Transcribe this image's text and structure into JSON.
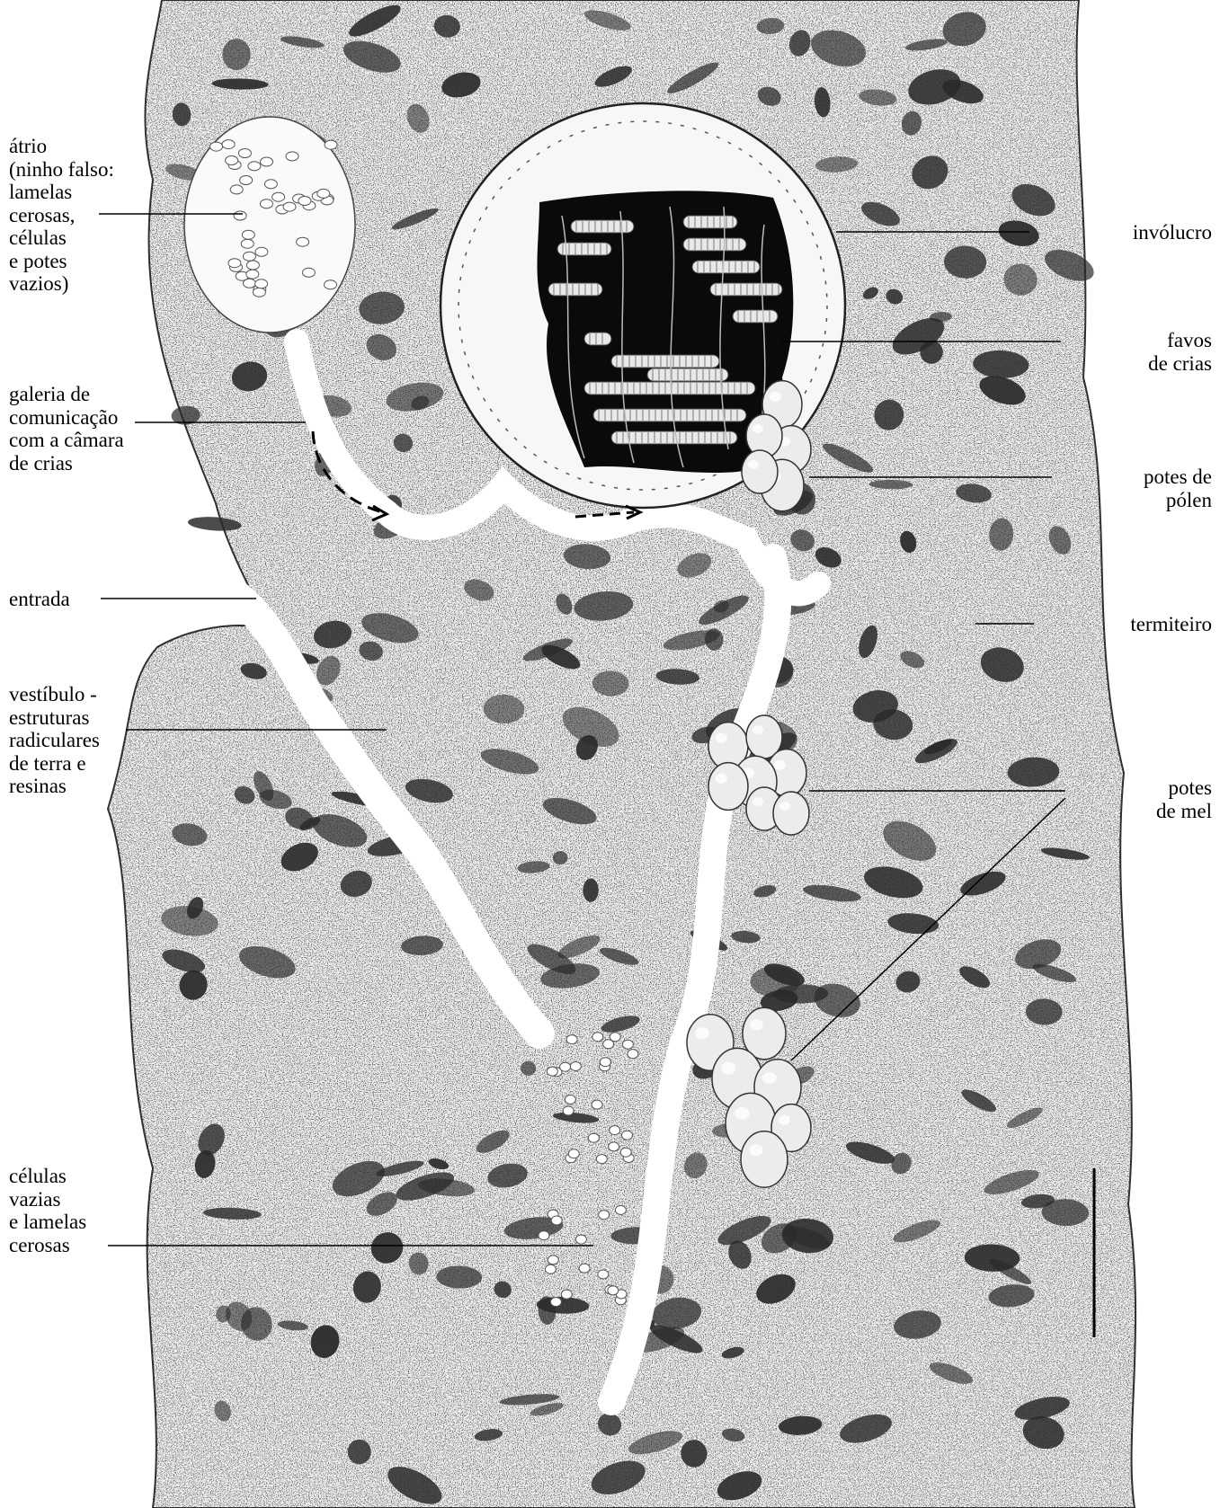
{
  "labels": {
    "atrio": "átrio\n(ninho falso:\nlamelas\ncerosas,\ncélulas\ne potes\nvazios)",
    "galeria": "galeria de\ncomunicação\ncom a câmara\nde crias",
    "entrada": "entrada",
    "vestibulo": "vestíbulo -\nestruturas\nradiculares\nde terra e\nresinas",
    "celulas_vazias": "células\nvazias\ne lamelas\ncerosas",
    "involucro": "invólucro",
    "favos": "favos\nde crias",
    "potes_polen": "potes de\npólen",
    "termiteiro": "termiteiro",
    "potes_mel": "potes\nde mel"
  },
  "colors": {
    "ink": "#000000",
    "paper": "#ffffff",
    "chamber": "#0a0a0a",
    "texture": "#b4b4b4",
    "cavity": "#2a2a2a"
  },
  "scale_bar": true
}
